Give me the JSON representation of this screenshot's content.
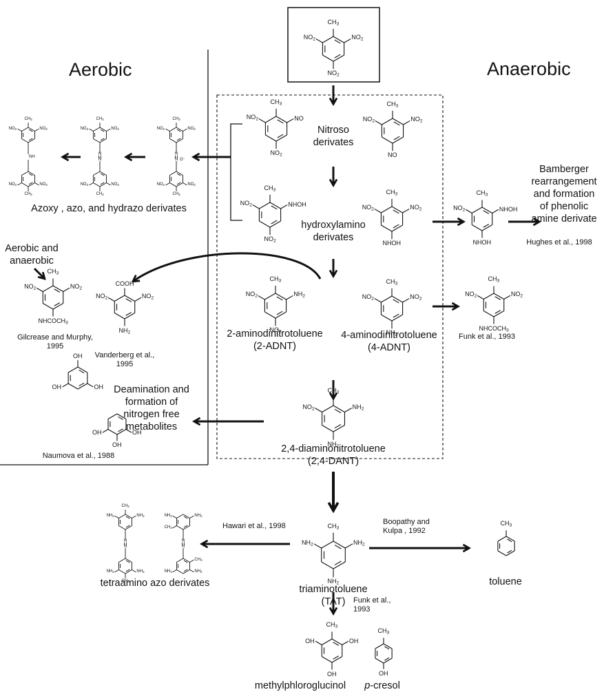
{
  "headers": {
    "aerobic": "Aerobic",
    "anaerobic": "Anaerobic"
  },
  "labels": {
    "nitroso": "Nitroso\nderivates",
    "hydroxylamino": "hydroxylamino\nderivates",
    "azoxy": "Azoxy , azo, and  hydrazo derivates",
    "aerobic_anaerobic": "Aerobic and\nanaerobic",
    "adnt2": "2-aminodinitrotoluene\n(2-ADNT)",
    "adnt4": "4-aminodinitrotoluene\n(4-ADNT)",
    "dant": "2,4-diaminonitrotoluene\n(2,4-DANT)",
    "deamination": "Deamination and\nformation of\nnitrogen free\nmetabolites",
    "bamberger": "Bamberger\nrearrangement\nand formation\nof phenolic\namine derivate",
    "tat": "triaminotoluene\n(TAT)",
    "tetraamino": "tetraamino  azo derivates",
    "toluene": "toluene",
    "methylphloroglucinol": "methylphloroglucinol",
    "pcresol_italic": "p",
    "pcresol_rest": "-cresol"
  },
  "refs": {
    "hughes": "Hughes et al., 1998",
    "gilcrease": "Gilcrease  and Murphy,\n1995",
    "vanderberg": "Vanderberg et al.,\n1995",
    "funk_1993": "Funk et al., 1993",
    "naumova": "Naumova  et al., 1988",
    "hawari": "Hawari et al., 1998",
    "boopathy": "Boopathy and\nKulpa , 1992",
    "funk_tat": "Funk et al.,\n1993"
  },
  "groups": {
    "ch3": "CH3",
    "no2": "NO2",
    "no": "NO",
    "nhoh": "NHOH",
    "nh2": "NH2",
    "oh": "OH",
    "cooh": "COOH",
    "nhcoch3": "NHCOCH3",
    "nh": "NH",
    "n": "N",
    "azoxy_n": "N",
    "azoxy_o": "O⁻"
  }
}
